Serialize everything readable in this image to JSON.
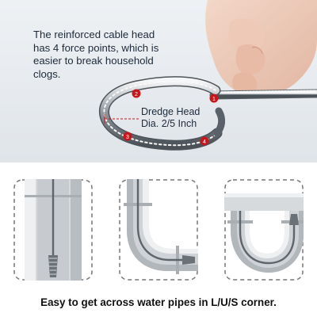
{
  "hero": {
    "headline": "The reinforced cable head has 4 force points, which is easier to break household clogs.",
    "dredge_line1": "Dredge Head",
    "dredge_line2": "Dia. 2/5 Inch",
    "marker_numbers": [
      "1",
      "2",
      "3",
      "4"
    ]
  },
  "panels": [
    {
      "kind": "straight pipe"
    },
    {
      "kind": "L pipe"
    },
    {
      "kind": "U pipe"
    }
  ],
  "caption": "Easy to get across water pipes in L/U/S corner.",
  "colors": {
    "background": "#ffffff",
    "photo_bg": "#e6eaee",
    "text_dark": "#1d2a3a",
    "marker_red": "#c8161d",
    "pipe_grey": "#cfd3d7",
    "dash_border": "#777777"
  }
}
